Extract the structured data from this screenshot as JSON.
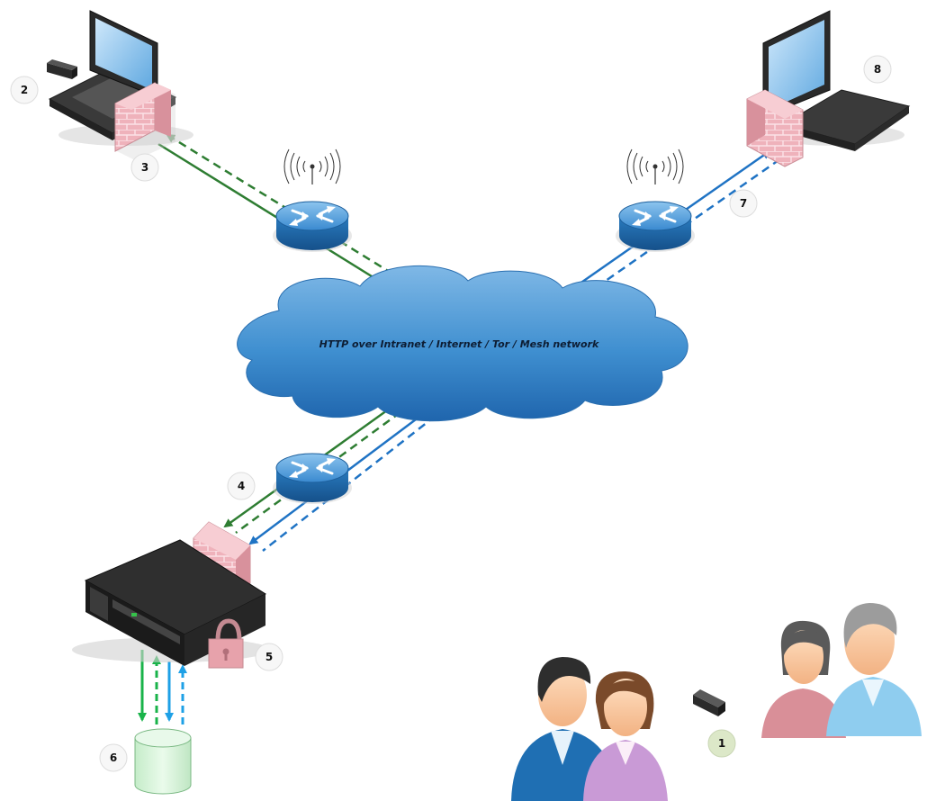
{
  "cloud": {
    "label": "HTTP over Intranet / Internet / Tor / Mesh network"
  },
  "badges": {
    "b1": "1",
    "b2": "2",
    "b3": "3",
    "b4": "4",
    "b5": "5",
    "b6": "6",
    "b7": "7",
    "b8": "8"
  },
  "colors": {
    "green_path": "#2e7d32",
    "bright_green": "#19b34a",
    "blue_path": "#1f73c4",
    "light_blue": "#1ea0e6",
    "cloud": "#3d8fd0",
    "router": "#2f83c5",
    "firewall": "#e9a3ad",
    "badge_fill": "#f7f7f7",
    "badge_highlight": "#dce8c8"
  },
  "icons": {
    "laptop_left": "laptop-icon",
    "laptop_right": "laptop-icon",
    "server": "server-icon",
    "database": "database-icon",
    "router": "router-icon",
    "firewall": "firewall-icon",
    "usb": "usb-key-icon",
    "lock": "padlock-icon",
    "users": "users-icon"
  }
}
